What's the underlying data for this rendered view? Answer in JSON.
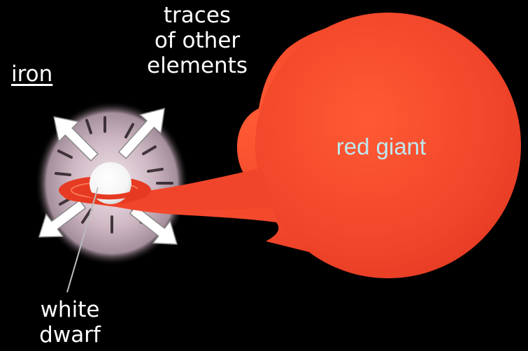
{
  "labels": {
    "iron": "iron",
    "traces_line1": "traces",
    "traces_line2": "of other",
    "traces_line3": "elements",
    "red_giant": "red giant",
    "white_dwarf_line1": "white",
    "white_dwarf_line2": "dwarf"
  },
  "colors": {
    "background": "#000000",
    "red_giant": "#f0452a",
    "white_dwarf": "#ffffff",
    "nebula": "#cdb6c2",
    "red_giant_label": "#bfe8f0",
    "text": "#ffffff"
  }
}
